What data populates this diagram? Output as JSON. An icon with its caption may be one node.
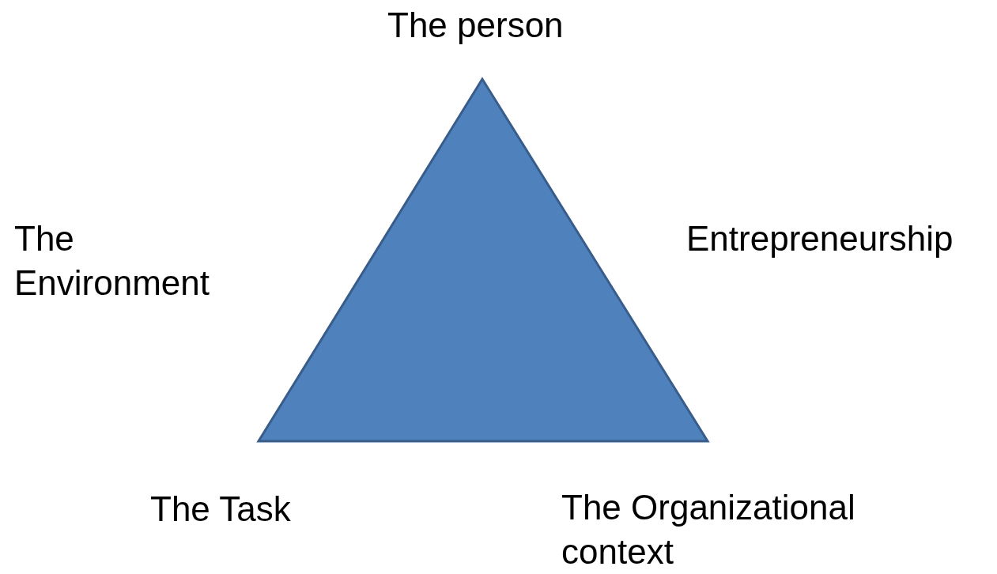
{
  "diagram": {
    "nodes": [
      {
        "text": [],
        "shape": "triangle"
      }
    ],
    "labels": [
      "The person",
      "The Environment",
      "Entrepreneurship",
      "The Task",
      "The Organizational context"
    ]
  }
}
